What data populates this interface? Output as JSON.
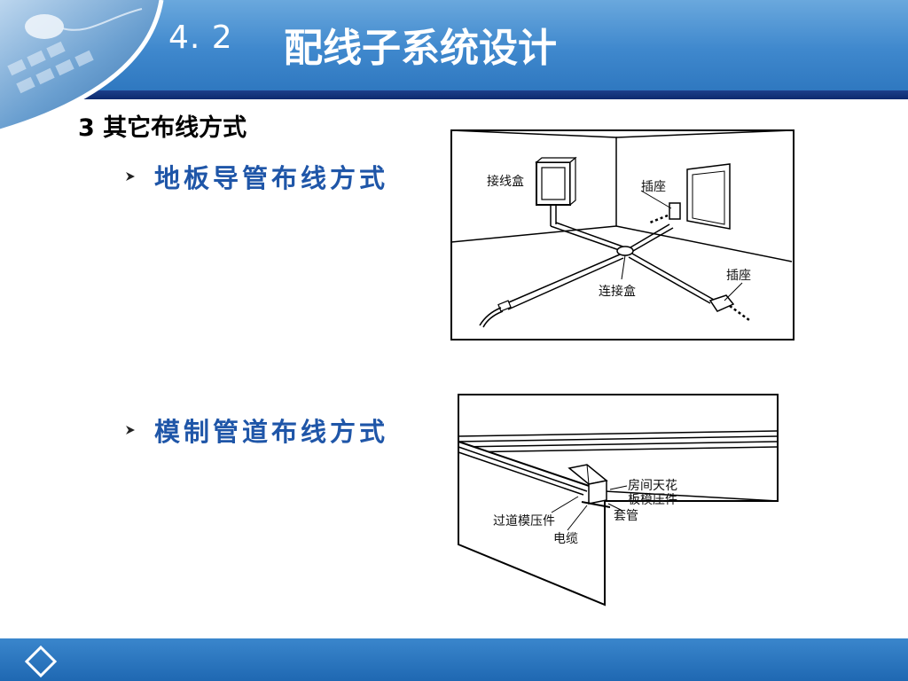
{
  "header": {
    "number": "4. 2",
    "title": "配线子系统设计"
  },
  "section": {
    "heading": "3 其它布线方式"
  },
  "bullets": [
    {
      "label": "地板导管布线方式"
    },
    {
      "label": "模制管道布线方式"
    }
  ],
  "figure_floor": {
    "labels": {
      "junction_box": "接线盒",
      "socket_wall": "插座",
      "socket_floor": "插座",
      "connection_box": "连接盒"
    }
  },
  "figure_molded": {
    "labels": {
      "ceiling_molding_1": "房间天花",
      "ceiling_molding_2": "板模压件",
      "sleeve": "套管",
      "passage_molding": "过道模压件",
      "cable": "电缆"
    }
  },
  "colors": {
    "header_blue": "#3f88cd",
    "header_stripe": "#0c2a6e",
    "bullet_text": "#1f56a8",
    "footer_blue": "#1f68b2"
  }
}
